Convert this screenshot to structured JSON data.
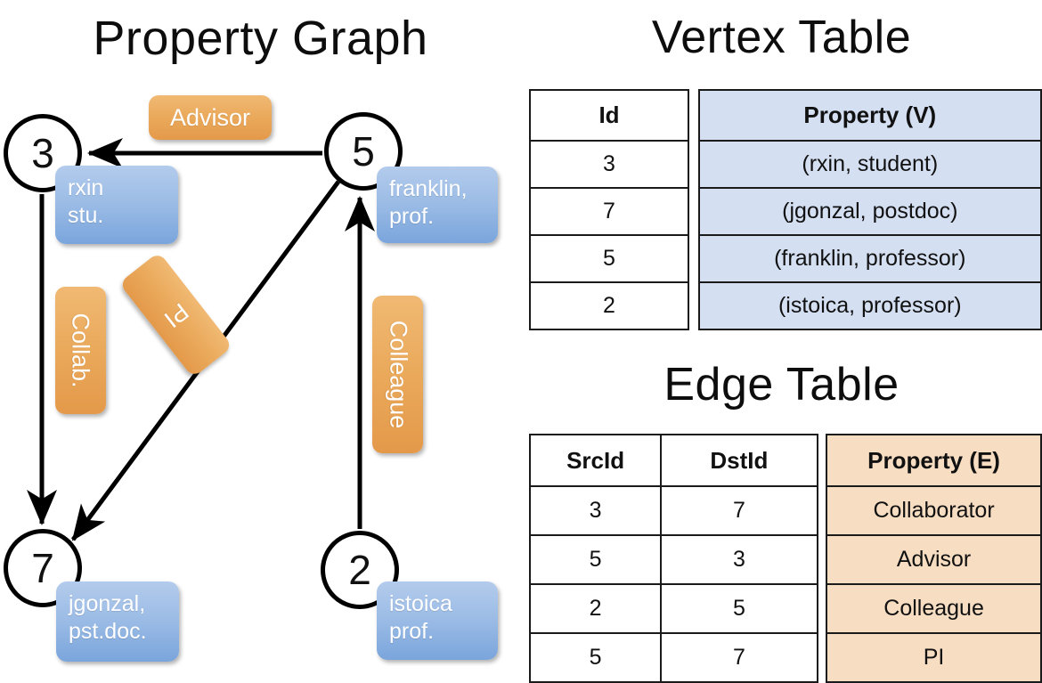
{
  "titles": {
    "property_graph": "Property Graph",
    "vertex_table": "Vertex Table",
    "edge_table": "Edge Table"
  },
  "colors": {
    "vertex_property_fill": "#D4DFF2",
    "edge_property_fill": "#F7DDC2",
    "node_box_blue": "#9DBDE6",
    "edge_label_orange": "#EAA95B",
    "stroke": "#000000"
  },
  "graph": {
    "nodes": [
      {
        "id": "3",
        "property_lines": [
          "rxin",
          "stu."
        ]
      },
      {
        "id": "5",
        "property_lines": [
          "franklin,",
          "prof."
        ]
      },
      {
        "id": "7",
        "property_lines": [
          "jgonzal,",
          "pst.doc."
        ]
      },
      {
        "id": "2",
        "property_lines": [
          "istoica",
          "prof."
        ]
      }
    ],
    "edge_labels": [
      {
        "name": "advisor",
        "text": "Advisor",
        "orientation": "horizontal"
      },
      {
        "name": "collab",
        "text": "Collab.",
        "orientation": "vertical"
      },
      {
        "name": "pi",
        "text": "PI",
        "orientation": "diagonal"
      },
      {
        "name": "colleague",
        "text": "Colleague",
        "orientation": "vertical"
      }
    ],
    "edges": [
      {
        "from": "5",
        "to": "3",
        "label": "Advisor"
      },
      {
        "from": "3",
        "to": "7",
        "label": "Collab."
      },
      {
        "from": "5",
        "to": "7",
        "label": "PI"
      },
      {
        "from": "2",
        "to": "5",
        "label": "Colleague"
      }
    ]
  },
  "vertex_table": {
    "headers": [
      "Id",
      "Property (V)"
    ],
    "rows": [
      {
        "id": "3",
        "property": "(rxin, student)"
      },
      {
        "id": "7",
        "property": "(jgonzal, postdoc)"
      },
      {
        "id": "5",
        "property": "(franklin, professor)"
      },
      {
        "id": "2",
        "property": "(istoica, professor)"
      }
    ]
  },
  "edge_table": {
    "headers": [
      "SrcId",
      "DstId",
      "Property (E)"
    ],
    "rows": [
      {
        "src": "3",
        "dst": "7",
        "property": "Collaborator"
      },
      {
        "src": "5",
        "dst": "3",
        "property": "Advisor"
      },
      {
        "src": "2",
        "dst": "5",
        "property": "Colleague"
      },
      {
        "src": "5",
        "dst": "7",
        "property": "PI"
      }
    ]
  }
}
